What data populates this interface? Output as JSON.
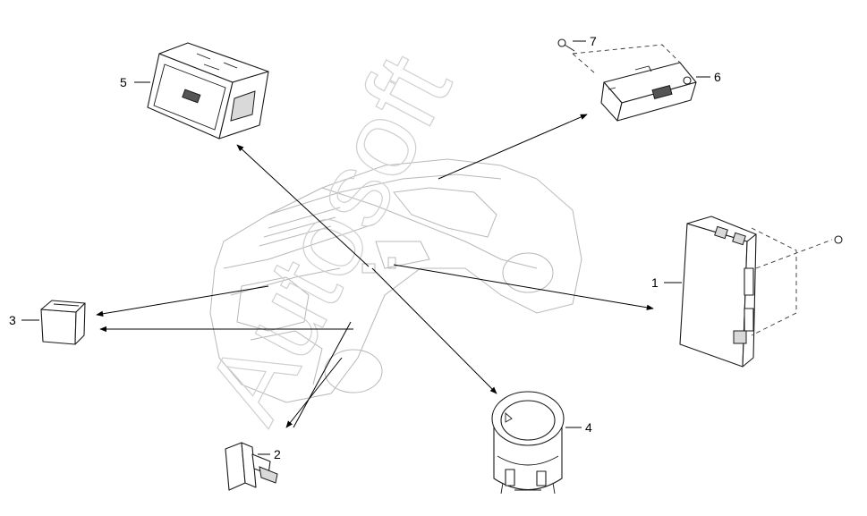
{
  "diagram": {
    "callouts": [
      {
        "id": "1",
        "label": "1"
      },
      {
        "id": "2",
        "label": "2"
      },
      {
        "id": "3",
        "label": "3"
      },
      {
        "id": "4",
        "label": "4"
      },
      {
        "id": "5",
        "label": "5"
      },
      {
        "id": "6",
        "label": "6"
      },
      {
        "id": "7",
        "label": "7"
      }
    ],
    "watermark": "Autosoft"
  }
}
